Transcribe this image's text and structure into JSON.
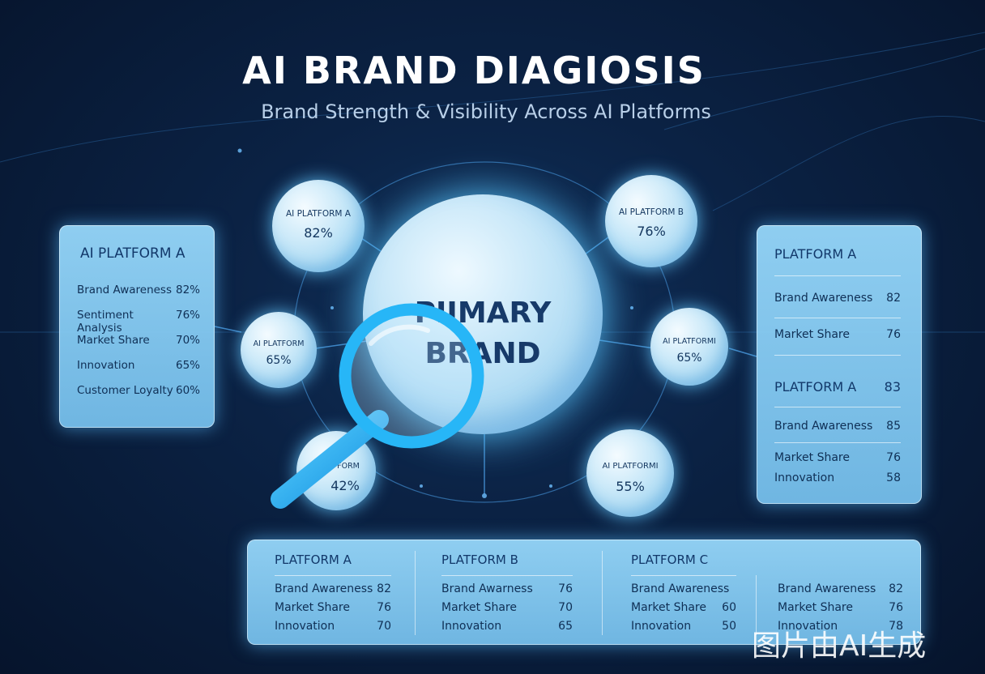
{
  "header": {
    "title": "AI BRAND DIAGIOSIS",
    "subtitle": "Brand Strength & Visibility Across AI Platforms"
  },
  "center": {
    "label_1": "PIIMARY",
    "label_2": "BRAND"
  },
  "bubbles": [
    {
      "label": "AI PLATFORM A",
      "value": "82%"
    },
    {
      "label": "AI PLATFORM B",
      "value": "76%"
    },
    {
      "label": "AI PLATFORM",
      "value": "65%"
    },
    {
      "label": "AI PLATFORMI",
      "value": "65%"
    },
    {
      "label": "FORM",
      "value": "42%"
    },
    {
      "label": "AI PLATFORMI",
      "value": "55%"
    }
  ],
  "left_panel": {
    "title": "AI PLATFORM A",
    "rows": [
      {
        "label": "Brand Awareness",
        "value": "82%"
      },
      {
        "label": "Sentiment Analysis",
        "value": "76%"
      },
      {
        "label": "Market Share",
        "value": "70%"
      },
      {
        "label": "Innovation",
        "value": "65%"
      },
      {
        "label": "Customer Loyalty",
        "value": "60%"
      }
    ]
  },
  "right_panel": {
    "section_1": {
      "title": "PLATFORM A",
      "rows": [
        {
          "label": "Brand Awareness",
          "value": "82"
        },
        {
          "label": "Market Share",
          "value": "76"
        }
      ]
    },
    "section_2": {
      "title": "PLATFORM A",
      "title_value": "83",
      "rows": [
        {
          "label": "Brand Awareness",
          "value": "85"
        },
        {
          "label": "Market Share",
          "value": "76"
        },
        {
          "label": "Innovation",
          "value": "58"
        }
      ]
    }
  },
  "bottom_panel": {
    "columns": [
      {
        "title": "PLATFORM A",
        "rows": [
          {
            "label": "Brand Awareness",
            "value": "82"
          },
          {
            "label": "Market Share",
            "value": "76"
          },
          {
            "label": "Innovation",
            "value": "70"
          }
        ]
      },
      {
        "title": "PLATFORM B",
        "rows": [
          {
            "label": "Brand Awarness",
            "value": "76"
          },
          {
            "label": "Market Share",
            "value": "70"
          },
          {
            "label": "Innovation",
            "value": "65"
          }
        ]
      },
      {
        "title": "PLATFORM C",
        "rows": [
          {
            "label": "Brand Awareness",
            "value": ""
          },
          {
            "label": "Market Share",
            "value": "60"
          },
          {
            "label": "Innovation",
            "value": "50"
          }
        ]
      },
      {
        "title": "",
        "rows": [
          {
            "label": "Brand Awareness",
            "value": "82"
          },
          {
            "label": "Market Share",
            "value": "76"
          },
          {
            "label": "Innovation",
            "value": "78"
          }
        ]
      }
    ]
  },
  "watermark": "图片由AI生成",
  "colors": {
    "background": "#0b2244",
    "panel": "#9ed6f6",
    "glow": "#5ac8ff",
    "magnifier": "#22b4f5"
  },
  "icons": {
    "magnifier": "magnifying-glass-icon"
  }
}
